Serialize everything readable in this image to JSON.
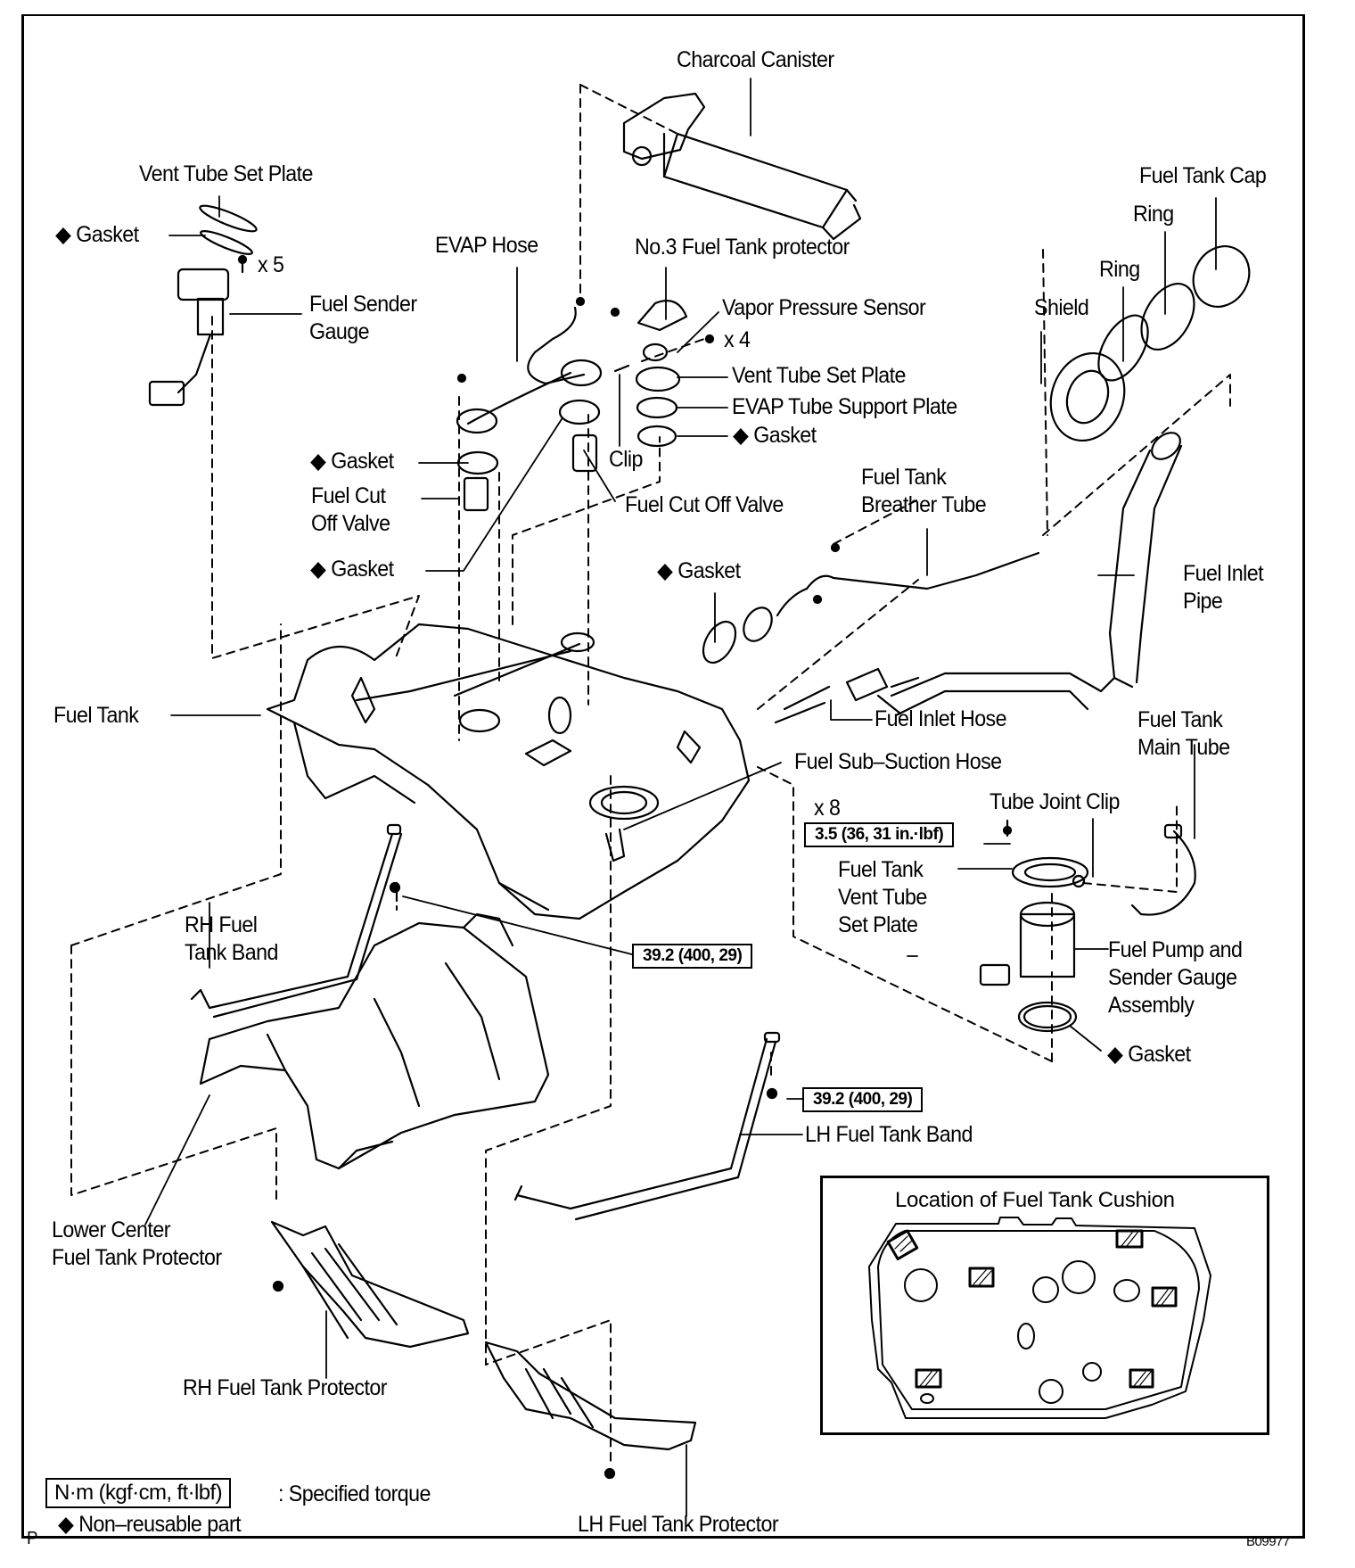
{
  "diagram": {
    "title_labels": {
      "charcoal_canister": "Charcoal Canister",
      "vent_tube_set_plate_top": "Vent Tube Set Plate",
      "gasket_top_left": "◆ Gasket",
      "x5": "x 5",
      "fuel_sender_gauge": "Fuel Sender\nGauge",
      "evap_hose": "EVAP Hose",
      "no3_protector": "No.3 Fuel Tank protector",
      "fuel_tank_cap": "Fuel Tank Cap",
      "ring_outer": "Ring",
      "ring_inner": "Ring",
      "shield": "Shield",
      "vapor_pressure_sensor": "Vapor Pressure Sensor",
      "x4": "x 4",
      "vent_tube_set_plate_mid": "Vent Tube Set Plate",
      "evap_tube_support_plate": "EVAP Tube Support Plate",
      "gasket_mid_right": "◆ Gasket",
      "gasket_mid_left": "◆ Gasket",
      "fuel_cut_off_valve_left": "Fuel Cut\nOff Valve",
      "clip": "Clip",
      "fuel_cut_off_valve_right": "Fuel Cut Off Valve",
      "fuel_tank_breather_tube": "Fuel Tank\nBreather Tube",
      "gasket_lower_left": "◆ Gasket",
      "gasket_lower_mid": "◆ Gasket",
      "fuel_inlet_pipe": "Fuel Inlet\nPipe",
      "fuel_tank": "Fuel Tank",
      "fuel_inlet_hose": "Fuel Inlet Hose",
      "fuel_tank_main_tube": "Fuel Tank\nMain Tube",
      "fuel_sub_suction_hose": "Fuel Sub–Suction Hose",
      "tube_joint_clip": "Tube Joint Clip",
      "x8": "x 8",
      "fuel_tank_vent_tube_set_plate": "Fuel Tank\nVent Tube\nSet Plate",
      "rh_fuel_tank_band": "RH Fuel\nTank Band",
      "fuel_pump_sender_assembly": "Fuel Pump and\nSender Gauge\nAssembly",
      "gasket_pump": "◆ Gasket",
      "lh_fuel_tank_band": "LH Fuel Tank Band",
      "lower_center_protector": "Lower Center\nFuel Tank Protector",
      "rh_fuel_tank_protector": "RH Fuel Tank Protector",
      "lh_fuel_tank_protector": "LH Fuel Tank Protector"
    },
    "torques": {
      "pump_plate": "3.5 (36, 31 in.·lbf)",
      "rh_band": "39.2 (400, 29)",
      "lh_band": "39.2 (400, 29)"
    },
    "inset": {
      "title": "Location of Fuel Tank Cushion"
    },
    "legend": {
      "torque_unit": "N·m (kgf·cm, ft·lbf)",
      "torque_desc": ": Specified torque",
      "non_reusable": "◆ Non–reusable part"
    },
    "corner_mark": "P",
    "figure_id": "B09977"
  }
}
